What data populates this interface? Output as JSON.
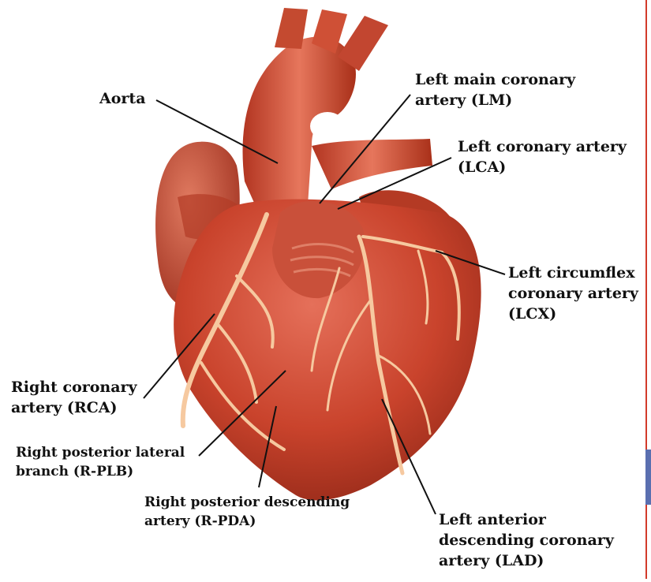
{
  "labels": {
    "aorta": [
      "Aorta"
    ],
    "lm": [
      "Left main coronary",
      "artery (LM)"
    ],
    "lca": [
      "Left coronary artery",
      "(LCA)"
    ],
    "lcx": [
      "Left circumflex",
      "coronary artery",
      "(LCX)"
    ],
    "rca": [
      "Right coronary",
      "artery (RCA)"
    ],
    "rplb": [
      "Right posterior lateral",
      "branch (R-PLB)"
    ],
    "rpda": [
      "Right posterior descending",
      "artery (R-PDA)"
    ],
    "lad": [
      "Left anterior",
      "descending coronary",
      "artery (LAD)"
    ]
  },
  "colors": {
    "heart": "#c9432c",
    "heart_dark": "#8e2616",
    "heart_light": "#e98a68",
    "vessel": "#f6c9a0",
    "leader": "#111111"
  }
}
